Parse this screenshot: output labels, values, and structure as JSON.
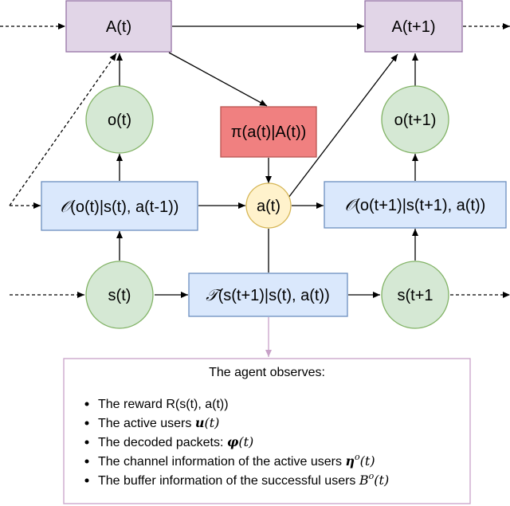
{
  "nodes": {
    "A_t": "A(t)",
    "A_t1": "A(t+1)",
    "o_t": "o(t)",
    "o_t1": "o(t+1)",
    "pi": "π(a(t)|A(t))",
    "obs_t_symbol": "𝒪",
    "obs_t": "(o(t)|s(t), a(t-1))",
    "a_t": "a(t)",
    "obs_t1_symbol": "𝒪",
    "obs_t1": "(o(t+1)|s(t+1), a(t))",
    "s_t": "s(t)",
    "trans_symbol": "𝒯",
    "trans": "(s(t+1)|s(t), a(t))",
    "s_t1": "s(t+1"
  },
  "observes": {
    "title": "The agent observes:",
    "items": [
      {
        "text": "The reward R(s(t), a(t))",
        "math": ""
      },
      {
        "text": "The active users ",
        "math": "u",
        "tail": "(t)"
      },
      {
        "text": "The decoded packets: ",
        "math": "φ",
        "tail": "(t)"
      },
      {
        "text": "The channel information of the active users ",
        "math": "η",
        "sup": "o",
        "tail": "(t)"
      },
      {
        "text": "The buffer information of the successful users ",
        "math": "B",
        "sup": "o",
        "tail": "(t)"
      }
    ]
  },
  "colors": {
    "purple_fill": "#e1d5e7",
    "purple_stroke": "#9673a6",
    "green_fill": "#d5e8d4",
    "green_stroke": "#82b366",
    "blue_fill": "#dae8fc",
    "blue_stroke": "#6c8ebf",
    "red_fill": "#f08080",
    "red_stroke": "#b85450",
    "yellow_fill": "#fff2cc",
    "yellow_stroke": "#d6b656",
    "pink_stroke": "#c8a2c8"
  }
}
